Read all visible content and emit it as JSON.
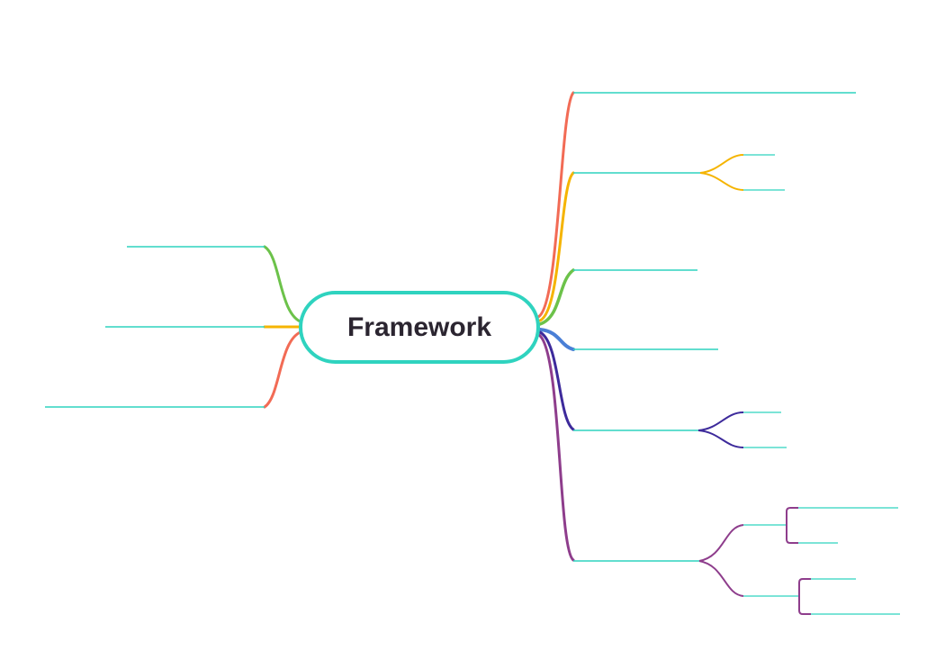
{
  "central_topic": {
    "label": "Framework",
    "border_color": "#2fd3bf"
  },
  "colors": {
    "topic_line": "#2fd3bf",
    "red": "#f26b55",
    "orange": "#f5b400",
    "green": "#6cc24a",
    "blue": "#4a7fd6",
    "indigo": "#3d2a9b",
    "purple": "#8e3d8c"
  },
  "branches": {
    "right": [
      {
        "id": "r1",
        "color": "red",
        "label": "",
        "children": []
      },
      {
        "id": "r2",
        "color": "orange",
        "label": "",
        "children": [
          {
            "label": ""
          },
          {
            "label": ""
          }
        ]
      },
      {
        "id": "r3",
        "color": "green",
        "label": "",
        "children": []
      },
      {
        "id": "r4",
        "color": "blue",
        "label": "",
        "children": []
      },
      {
        "id": "r5",
        "color": "indigo",
        "label": "",
        "children": [
          {
            "label": ""
          },
          {
            "label": ""
          }
        ]
      },
      {
        "id": "r6",
        "color": "purple",
        "label": "",
        "children": [
          {
            "label": "",
            "children": [
              {
                "label": ""
              },
              {
                "label": ""
              }
            ]
          },
          {
            "label": "",
            "children": [
              {
                "label": ""
              },
              {
                "label": ""
              }
            ]
          }
        ]
      }
    ],
    "left": [
      {
        "id": "l1",
        "color": "green",
        "label": "",
        "children": []
      },
      {
        "id": "l2",
        "color": "orange",
        "label": "",
        "children": []
      },
      {
        "id": "l3",
        "color": "red",
        "label": "",
        "children": []
      }
    ]
  }
}
